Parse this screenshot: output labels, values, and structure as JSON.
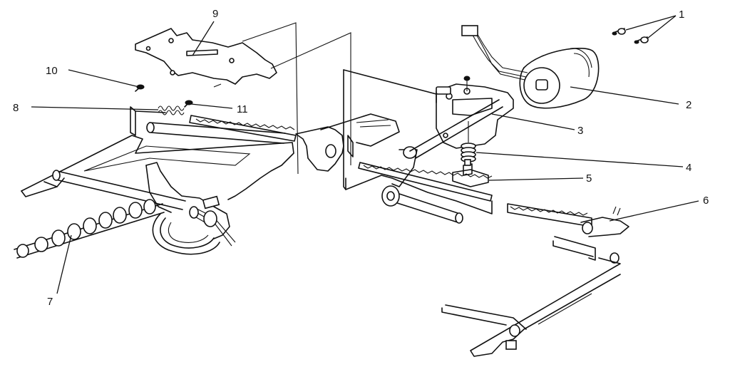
{
  "diagram": {
    "callouts": [
      {
        "id": "1",
        "label": "1",
        "part": "screws"
      },
      {
        "id": "2",
        "label": "2",
        "part": "motor"
      },
      {
        "id": "3",
        "label": "3",
        "part": "motor-bracket"
      },
      {
        "id": "4",
        "label": "4",
        "part": "spring"
      },
      {
        "id": "5",
        "label": "5",
        "part": "sensor-block"
      },
      {
        "id": "6",
        "label": "6",
        "part": "lever-arm"
      },
      {
        "id": "7",
        "label": "7",
        "part": "spiral-cable"
      },
      {
        "id": "8",
        "label": "8",
        "part": "tension-spring"
      },
      {
        "id": "9",
        "label": "9",
        "part": "top-plate"
      },
      {
        "id": "10",
        "label": "10",
        "part": "screw"
      },
      {
        "id": "11",
        "label": "11",
        "part": "screw"
      }
    ]
  }
}
